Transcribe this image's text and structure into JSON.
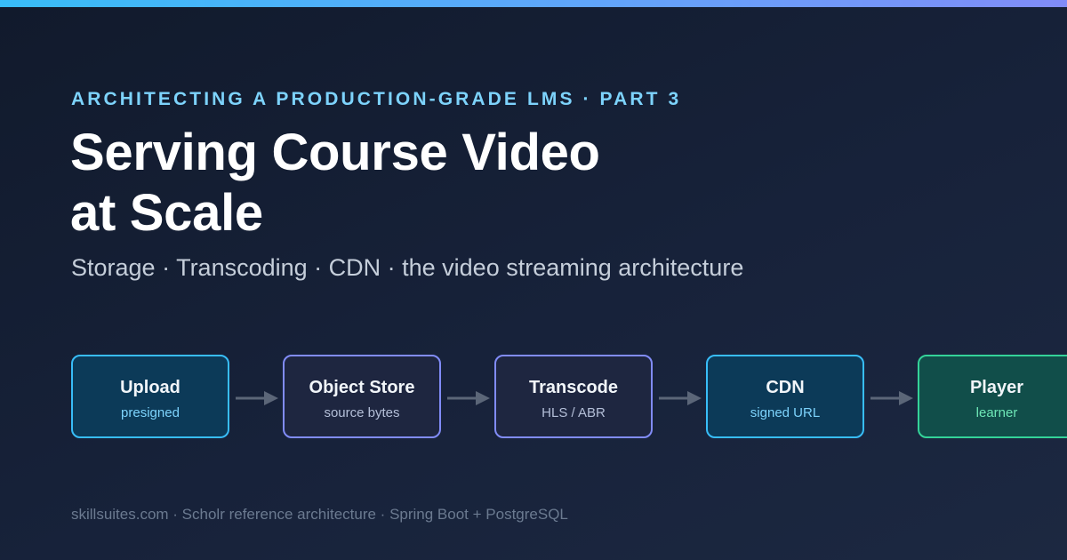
{
  "header": {
    "kicker": "ARCHITECTING A PRODUCTION-GRADE LMS · PART 3",
    "title_line1": "Serving Course Video",
    "title_line2": "at Scale",
    "subtitle": "Storage · Transcoding · CDN · the video streaming architecture"
  },
  "pipeline": {
    "nodes": [
      {
        "name": "Upload",
        "sub": "presigned",
        "style": "blue"
      },
      {
        "name": "Object Store",
        "sub": "source bytes",
        "style": "indigo"
      },
      {
        "name": "Transcode",
        "sub": "HLS / ABR",
        "style": "indigo"
      },
      {
        "name": "CDN",
        "sub": "signed URL",
        "style": "blue"
      },
      {
        "name": "Player",
        "sub": "learner",
        "style": "green"
      }
    ]
  },
  "footer": {
    "text": "skillsuites.com · Scholr reference architecture · Spring Boot + PostgreSQL"
  },
  "colors": {
    "background": "#151f33",
    "accent_blue": "#38bdf8",
    "accent_indigo": "#818cf8",
    "accent_green": "#34d399",
    "arrow": "#5b6678"
  }
}
